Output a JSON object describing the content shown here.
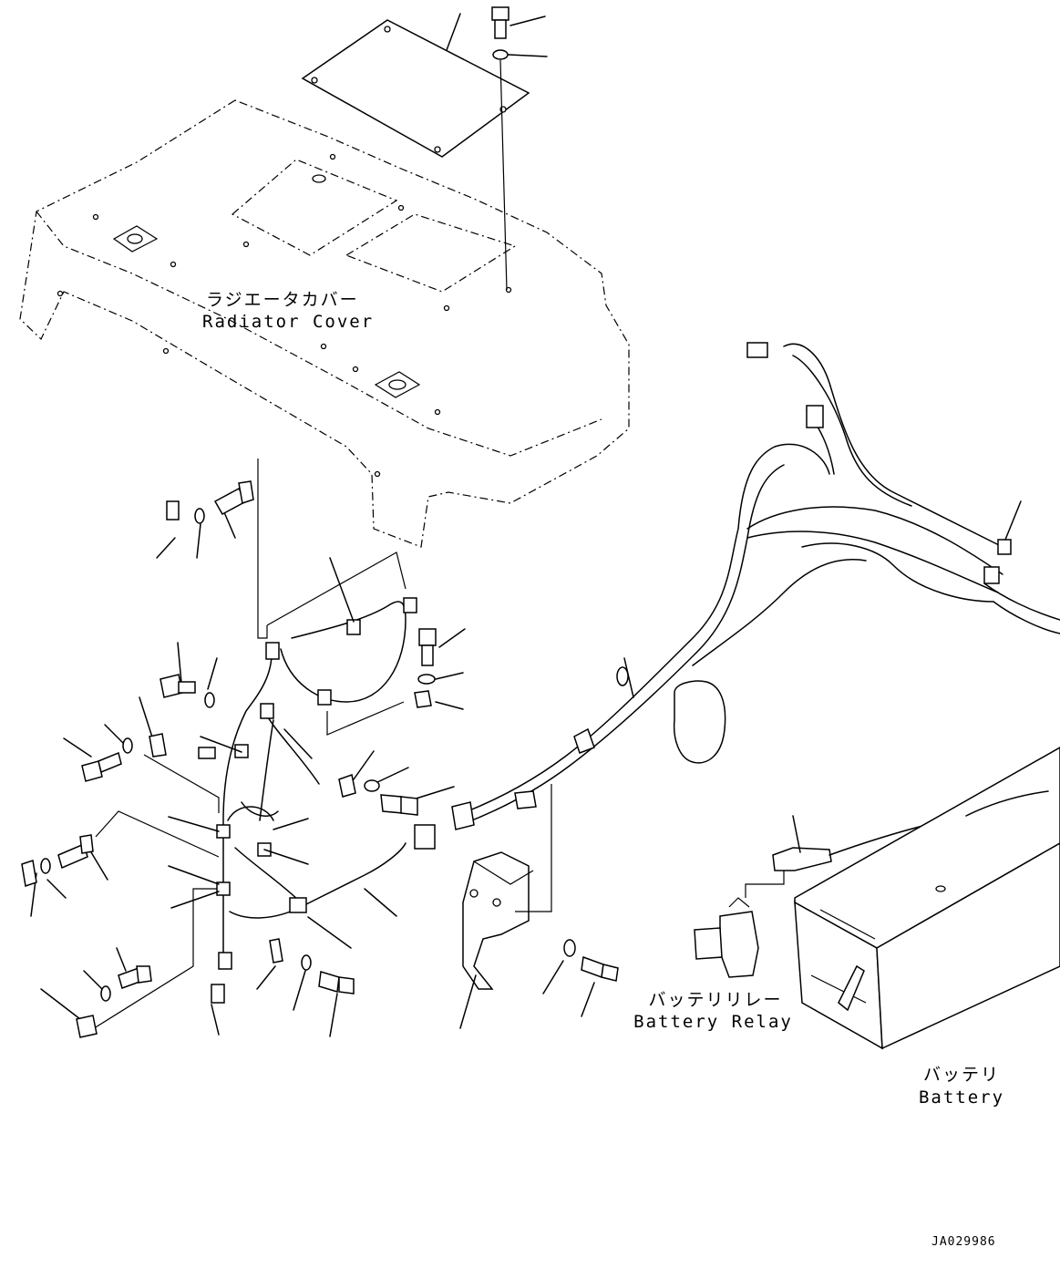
{
  "labels": {
    "radiator_cover_jp": "ラジエータカバー",
    "radiator_cover_en": "Radiator Cover",
    "battery_relay_jp": "バッテリリレー",
    "battery_relay_en": "Battery Relay",
    "battery_jp": "バッテリ",
    "battery_en": "Battery"
  },
  "drawing_code": "JA029986"
}
